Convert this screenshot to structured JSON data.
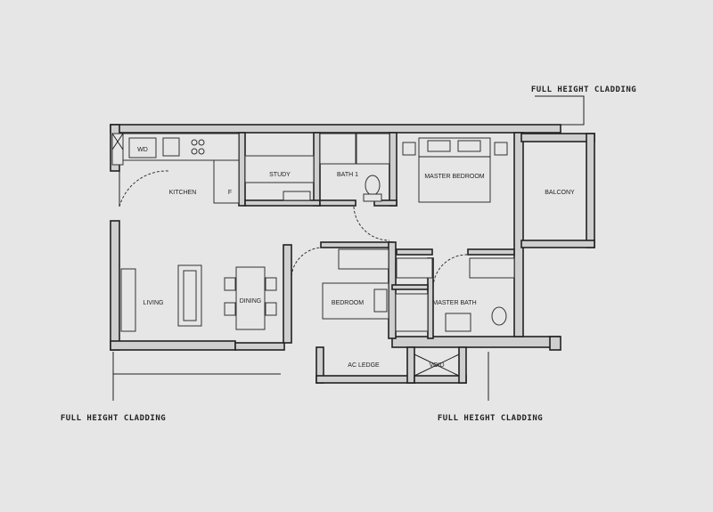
{
  "plan": {
    "rooms": {
      "kitchen": "KITCHEN",
      "wd": "WD",
      "fridge": "F",
      "study": "STUDY",
      "bath1": "BATH 1",
      "master_bedroom": "MASTER BEDROOM",
      "balcony": "BALCONY",
      "living": "LIVING",
      "dining": "DINING",
      "bedroom": "BEDROOM",
      "master_bath": "MASTER BATH",
      "ac_ledge": "AC LEDGE",
      "void": "VOID"
    },
    "notes": {
      "top_right": "FULL HEIGHT CLADDING",
      "bottom_left": "FULL HEIGHT CLADDING",
      "bottom_right": "FULL HEIGHT CLADDING"
    }
  }
}
